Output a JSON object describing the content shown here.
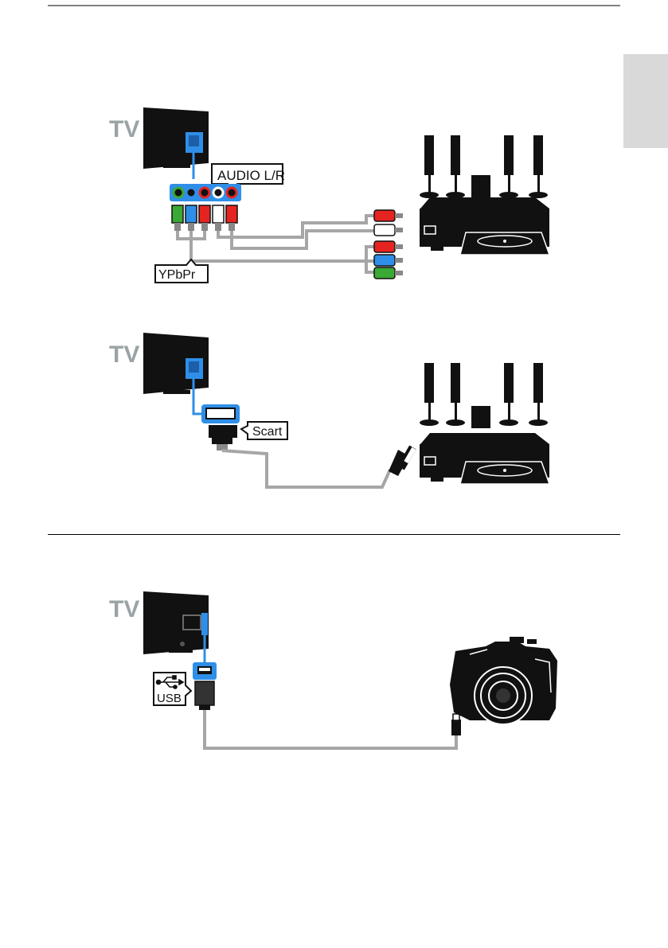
{
  "labels": {
    "tv": "TV",
    "audio_lr": "AUDIO L/R",
    "ypbpr": "YPbPr",
    "scart": "Scart",
    "usb": "USB"
  },
  "colors": {
    "blue_port": "#2f8fe8",
    "cable": "#a6a6a6",
    "plug_red": "#e52421",
    "plug_green": "#3aa935",
    "plug_blue": "#2f8fe8",
    "side_tab": "#d9d9d9"
  }
}
